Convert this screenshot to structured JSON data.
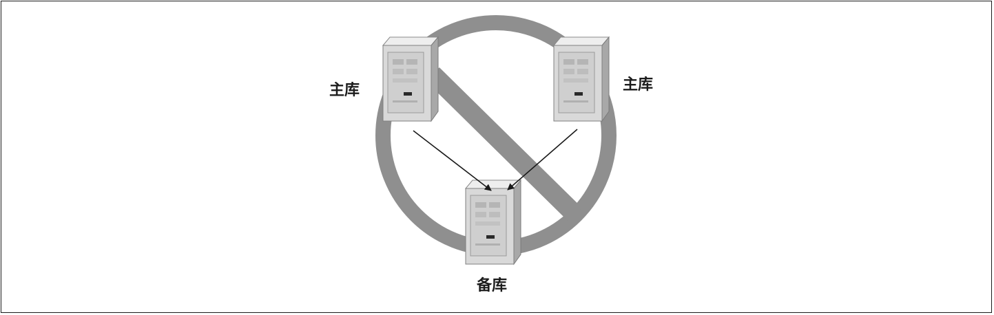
{
  "labels": {
    "primary_left": "主库",
    "primary_right": "主库",
    "standby": "备库"
  },
  "colors": {
    "prohibition_ring": "#8f8f8f",
    "server_body": "#d8d8d8",
    "server_side": "#a9a9a9",
    "arrow": "#1a1a1a"
  },
  "icons": [
    "server-icon",
    "prohibition-icon",
    "arrow-icon"
  ]
}
